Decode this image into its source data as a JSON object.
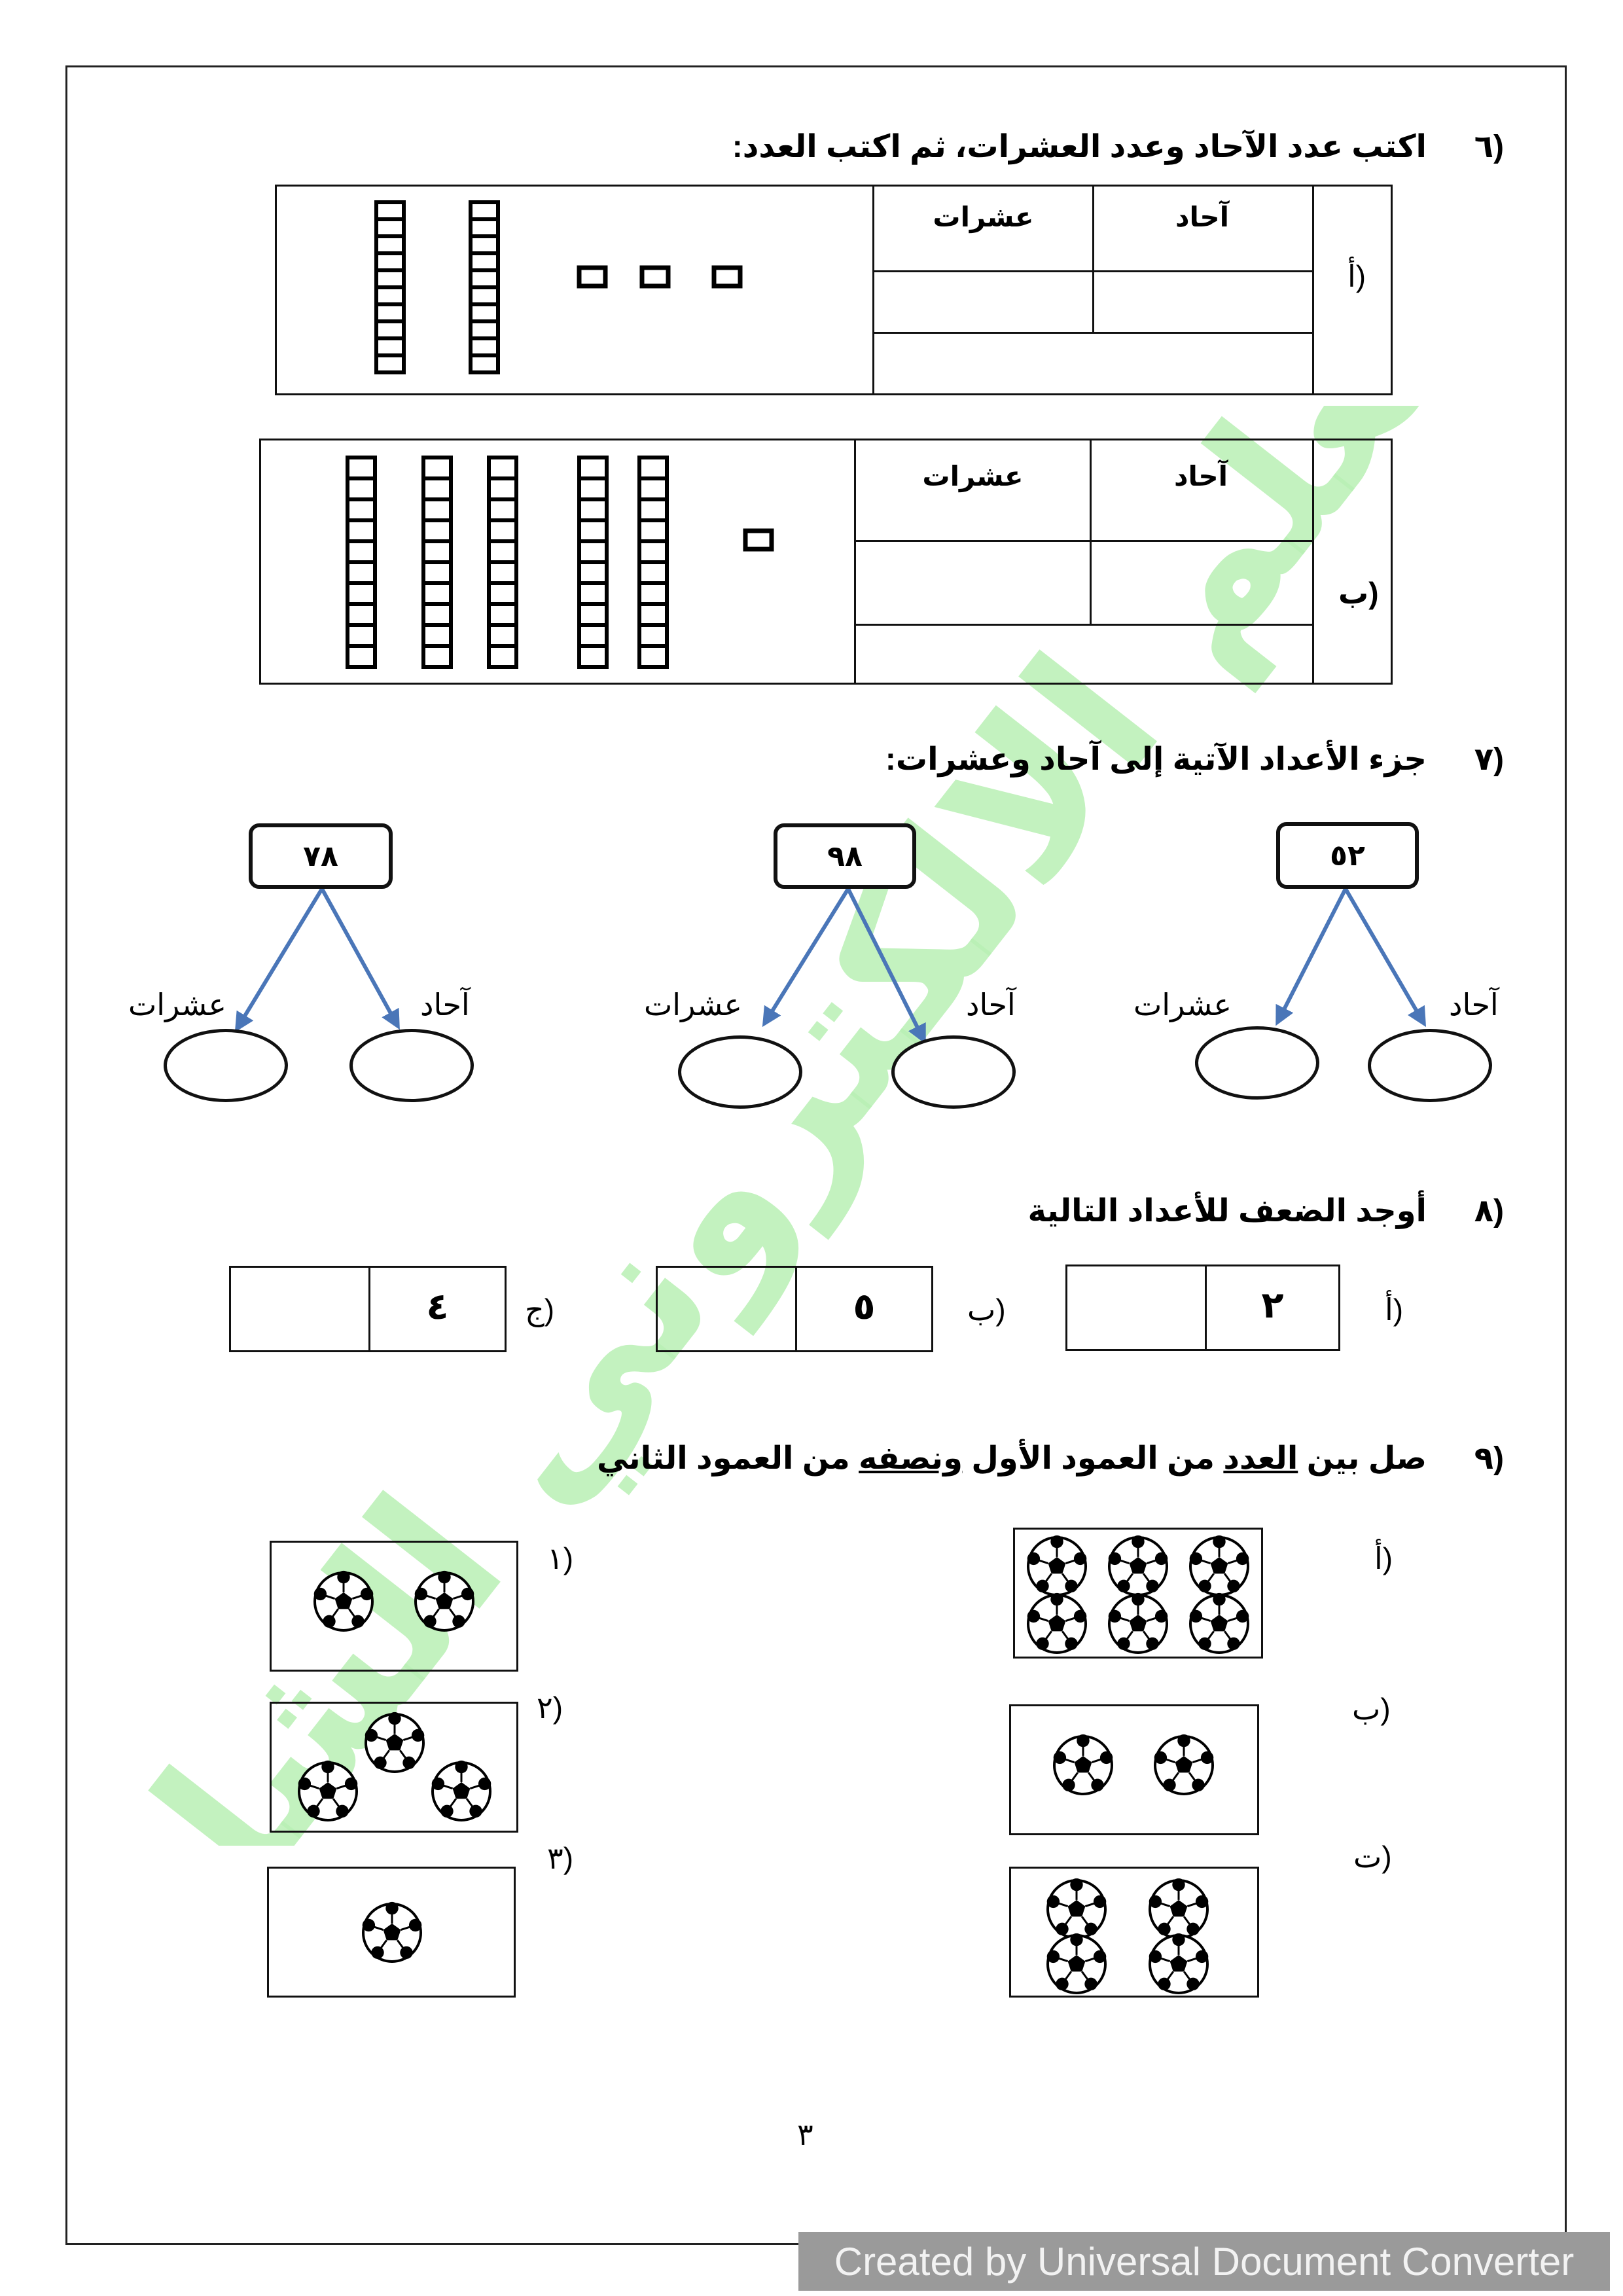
{
  "watermark_text": "المعلم الالكتروني الشامل",
  "footer_banner": "Created by Universal Document Converter",
  "page_number": "٣",
  "q6": {
    "number": "٦)",
    "title": "اكتب عدد الآحاد وعدد العشرات، ثم اكتب العدد:",
    "col_ones": "آحاد",
    "col_tens": "عشرات",
    "row_a": {
      "label": "أ)",
      "tens_rods": 2,
      "unit_cubes": 3
    },
    "row_b": {
      "label": "ب)",
      "tens_rods": 5,
      "unit_cubes": 1
    }
  },
  "q7": {
    "number": "٧)",
    "title": "جزء الأعداد الآتية إلى آحاد وعشرات:",
    "label_ones": "آحاد",
    "label_tens": "عشرات",
    "trees": [
      {
        "value": "٥٢"
      },
      {
        "value": "٩٨"
      },
      {
        "value": "٧٨"
      }
    ]
  },
  "q8": {
    "number": "٨)",
    "title": "أوجد الضعف للأعداد التالية",
    "items": [
      {
        "label": "أ)",
        "value": "٢"
      },
      {
        "label": "ب)",
        "value": "٥"
      },
      {
        "label": "ج)",
        "value": "٤"
      }
    ]
  },
  "q9": {
    "number": "٩)",
    "title_part1": "صل بين",
    "title_word1": "العدد",
    "title_part2": "من العمود الأول",
    "title_word2": "ونصفه",
    "title_part3": "من العمود الثاني",
    "column1": [
      {
        "label": "أ)",
        "balls": 6
      },
      {
        "label": "ب)",
        "balls": 2
      },
      {
        "label": "ت)",
        "balls": 4
      }
    ],
    "column2": [
      {
        "label": "١)",
        "balls": 2
      },
      {
        "label": "٢)",
        "balls": 3
      },
      {
        "label": "٣)",
        "balls": 1
      }
    ]
  },
  "colors": {
    "arrow": "#4a76b8",
    "watermark": "#b9f0b4",
    "banner": "#9a9a9a"
  }
}
